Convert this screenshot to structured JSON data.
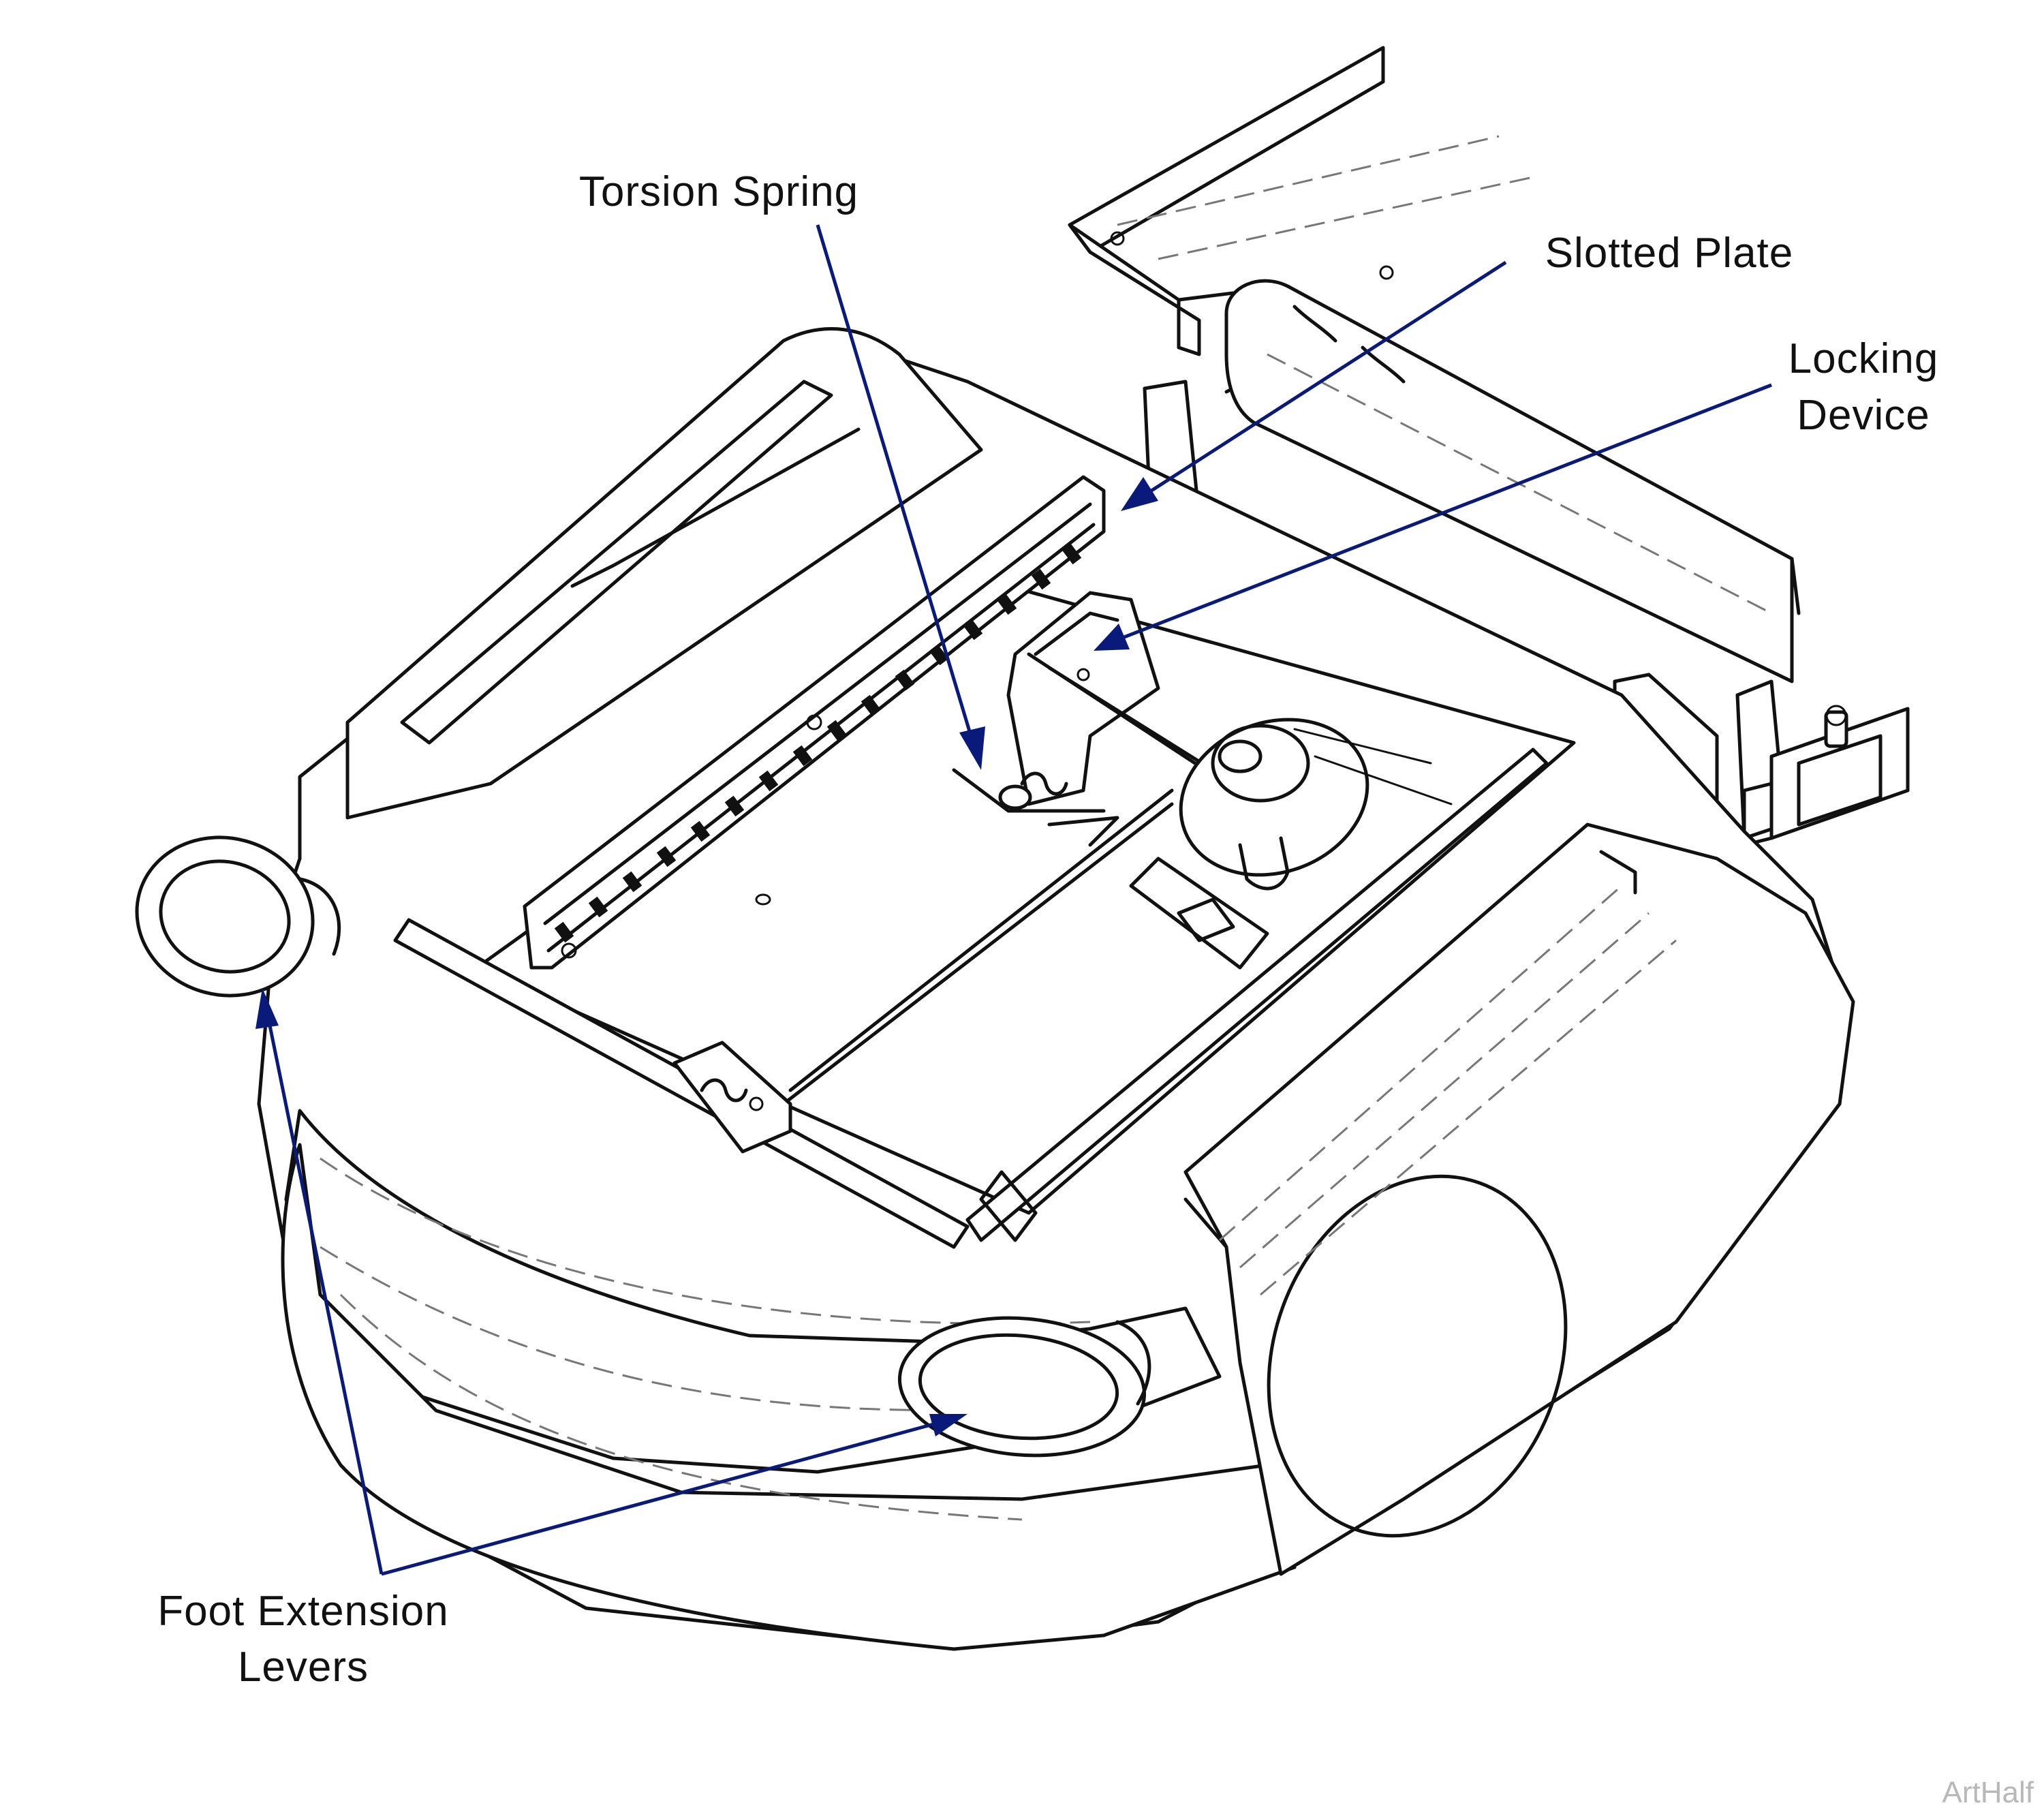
{
  "callouts": {
    "torsion_spring": "Torsion Spring",
    "slotted_plate": "Slotted Plate",
    "locking_device_line1": "Locking",
    "locking_device_line2": "Device",
    "foot_extension_line1": "Foot Extension",
    "foot_extension_line2": "Levers"
  },
  "watermark": "ArtHalf",
  "colors": {
    "leader": "#0a1a7a",
    "ink": "#111111",
    "background": "#ffffff"
  }
}
